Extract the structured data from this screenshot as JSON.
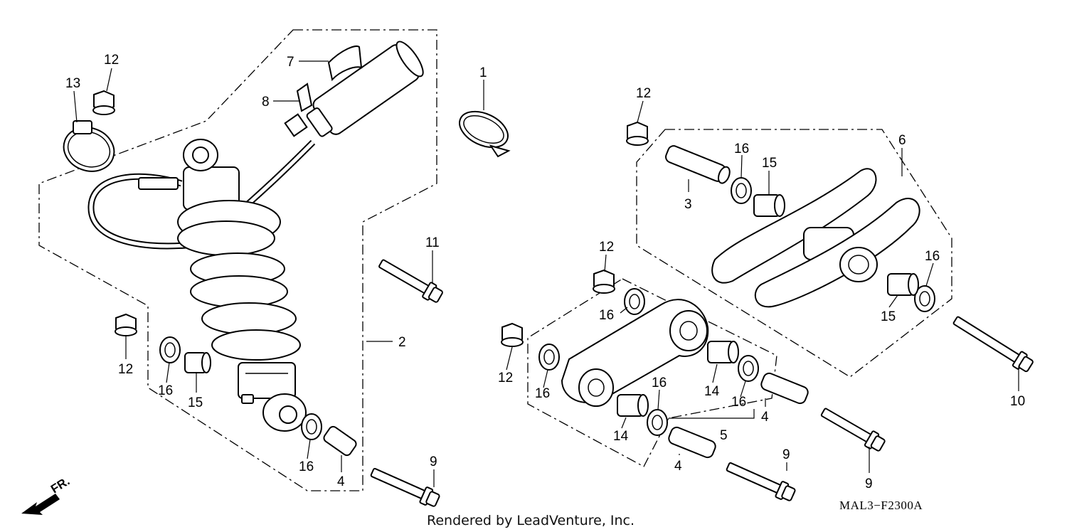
{
  "callouts": {
    "c1": "1",
    "c2": "2",
    "c3": "3",
    "c4a": "4",
    "c4b": "4",
    "c4c": "4",
    "c5": "5",
    "c6": "6",
    "c7": "7",
    "c8": "8",
    "c9a": "9",
    "c9b": "9",
    "c9c": "9",
    "c10": "10",
    "c11": "11",
    "c12a": "12",
    "c12b": "12",
    "c12c": "12",
    "c12d": "12",
    "c12e": "12",
    "c13": "13",
    "c14a": "14",
    "c14b": "14",
    "c15a": "15",
    "c15b": "15",
    "c15c": "15",
    "c16a": "16",
    "c16b": "16",
    "c16c": "16",
    "c16d": "16",
    "c16e": "16",
    "c16f": "16",
    "c16g": "16"
  },
  "footer": {
    "diagram_code": "MAL3−F2300A",
    "credit": "Rendered by LeadVenture, Inc.",
    "front_marker": "FR."
  }
}
